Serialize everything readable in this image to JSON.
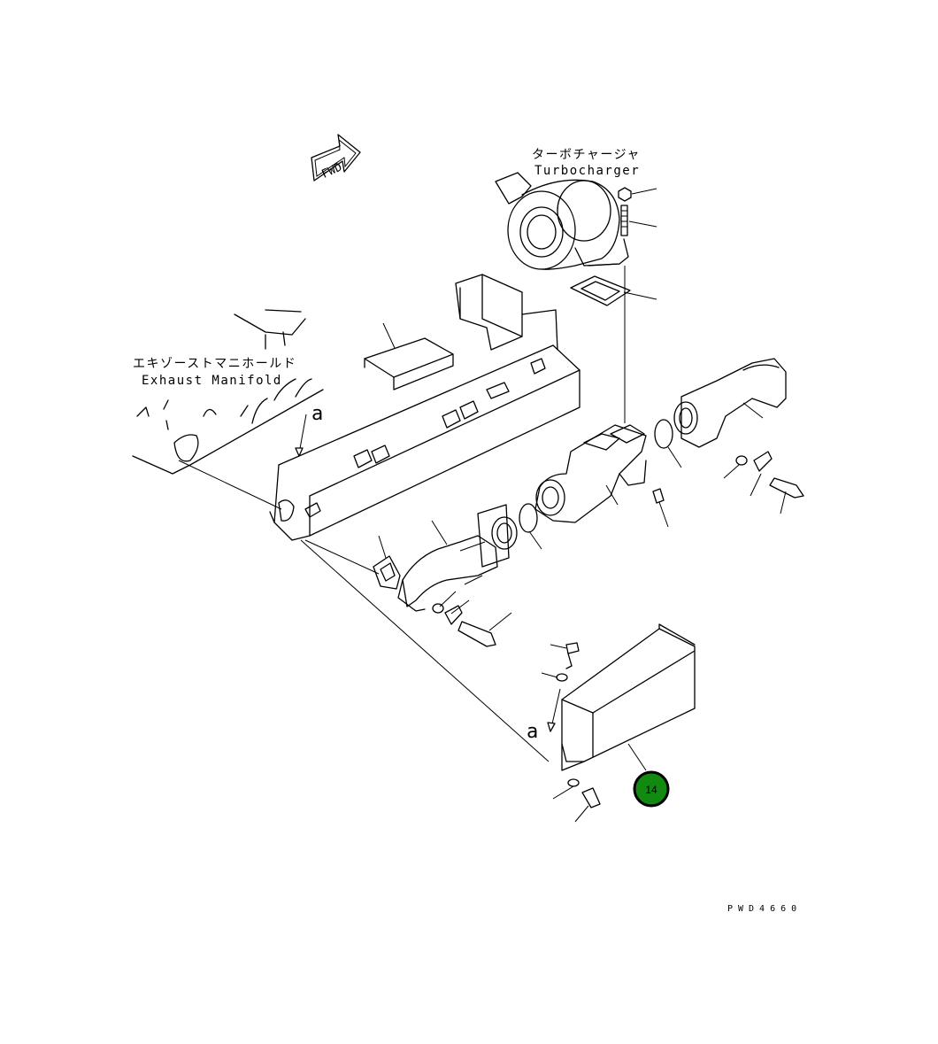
{
  "labels": {
    "turbocharger_jp": "ターボチャージャ",
    "turbocharger_en": "Turbocharger",
    "exhaust_manifold_jp": "エキゾーストマニホールド",
    "exhaust_manifold_en": "Exhaust Manifold",
    "fwd": "FWD",
    "ref_a_upper": "a",
    "ref_a_lower": "a",
    "drawing_code": "PWD4660"
  },
  "callouts": [
    {
      "number": "14",
      "color": "#128a12",
      "border": "#000000"
    }
  ]
}
